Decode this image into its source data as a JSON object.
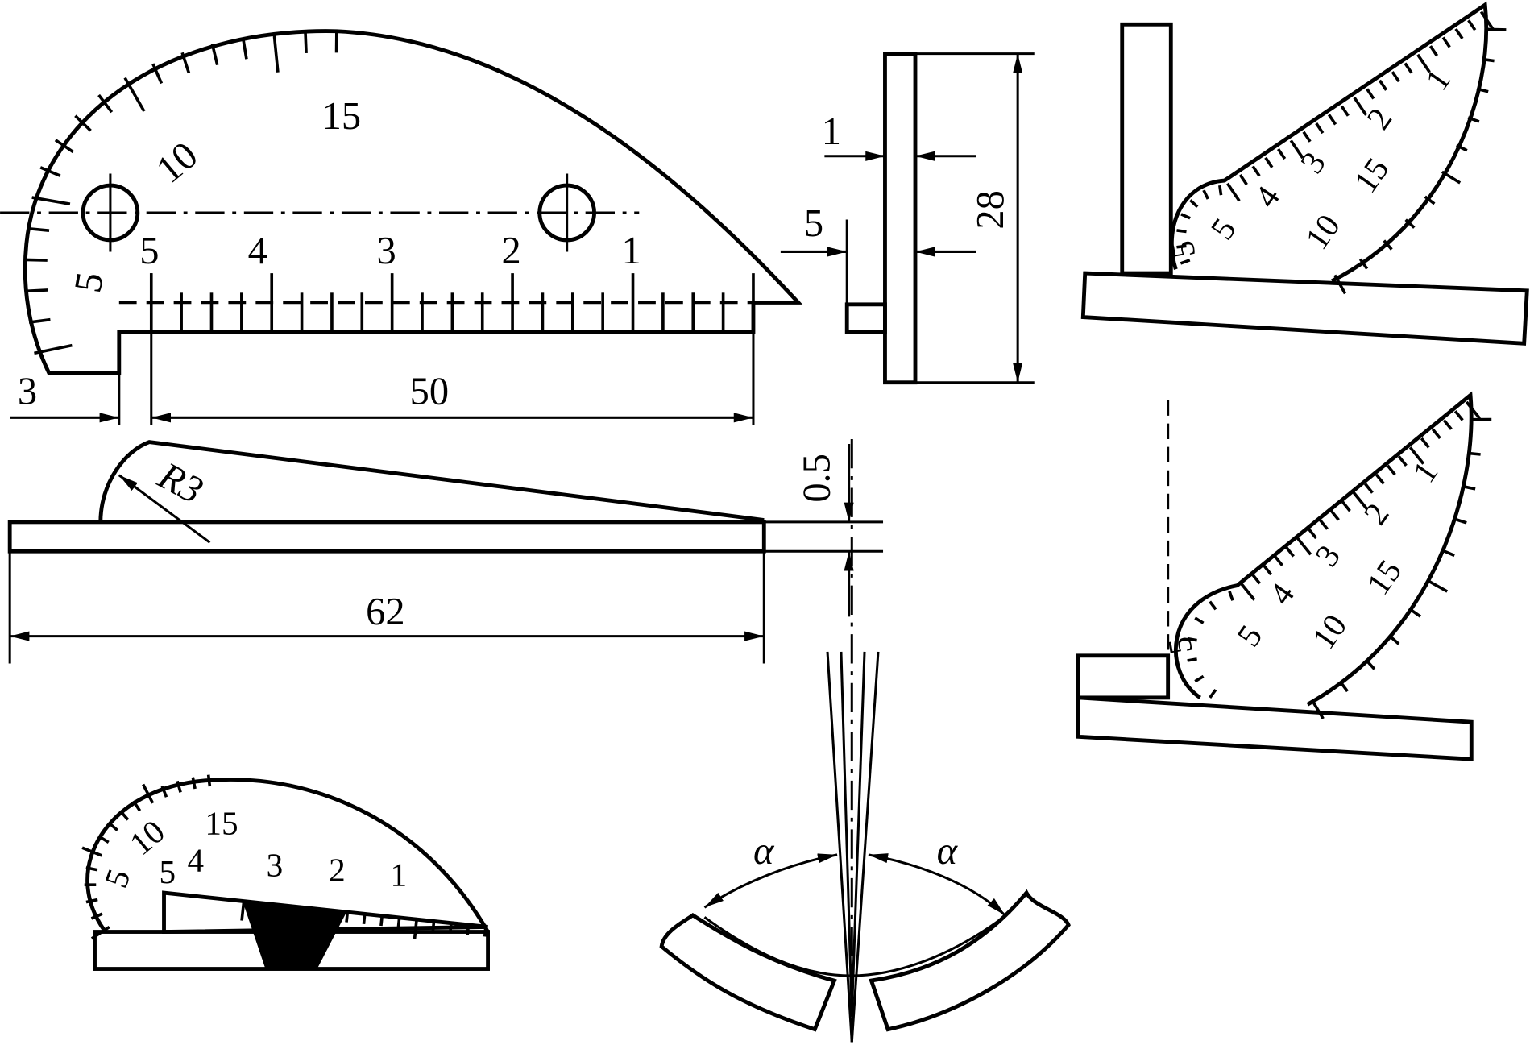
{
  "main_gauge": {
    "arc_labels": [
      "15",
      "10",
      "5"
    ],
    "scale_labels": [
      "5",
      "4",
      "3",
      "2",
      "1"
    ],
    "dim_step": "3",
    "dim_length": "50"
  },
  "side_view": {
    "radius": "R3",
    "thickness": "0.5",
    "length": "62"
  },
  "end_view": {
    "dim_1": "1",
    "dim_5": "5",
    "height": "28"
  },
  "usage_top_right": {
    "labels": [
      "1",
      "2",
      "3",
      "15",
      "4",
      "10",
      "5",
      "5"
    ]
  },
  "usage_mid_right": {
    "labels": [
      "1",
      "2",
      "3",
      "15",
      "4",
      "10",
      "5",
      "5"
    ]
  },
  "usage_bottom_left": {
    "labels": [
      "5",
      "10",
      "15",
      "5",
      "4",
      "3",
      "2",
      "1"
    ]
  },
  "angle_view": {
    "alpha_left": "α",
    "alpha_right": "α"
  }
}
